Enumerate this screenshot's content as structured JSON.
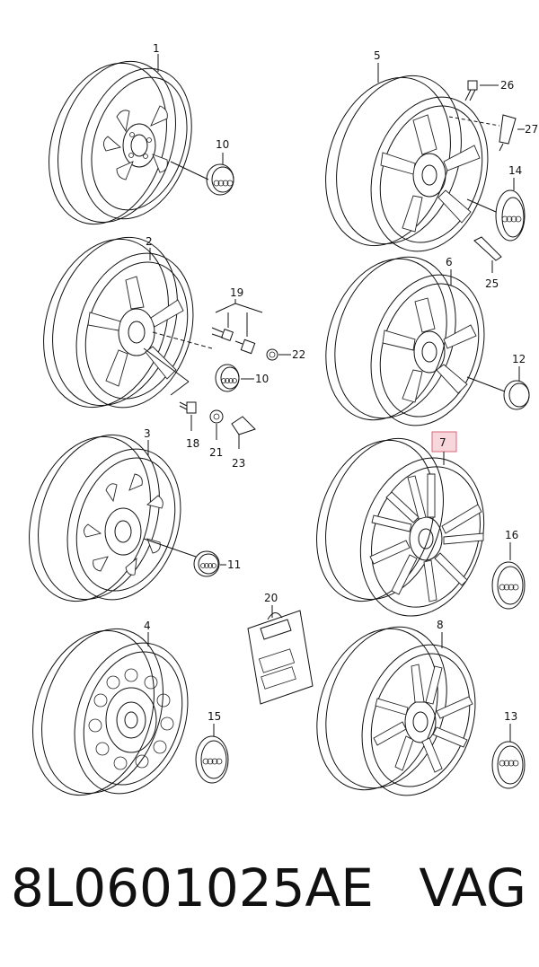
{
  "callouts": {
    "c1": "1",
    "c2": "2",
    "c3": "3",
    "c4": "4",
    "c5": "5",
    "c6": "6",
    "c7": "7",
    "c8": "8",
    "c10a": "10",
    "c10b": "10",
    "c11": "11",
    "c12": "12",
    "c13": "13",
    "c14": "14",
    "c15": "15",
    "c16": "16",
    "c18": "18",
    "c19": "19",
    "c20": "20",
    "c21": "21",
    "c22": "22",
    "c23": "23",
    "c25": "25",
    "c26": "26",
    "c27": "27"
  },
  "caption": {
    "part_number": "8L0601025AE",
    "brand": "VAG"
  },
  "colors": {
    "highlight_fill": "#f7d6dc",
    "highlight_stroke": "#d9667a",
    "line": "#111111"
  }
}
